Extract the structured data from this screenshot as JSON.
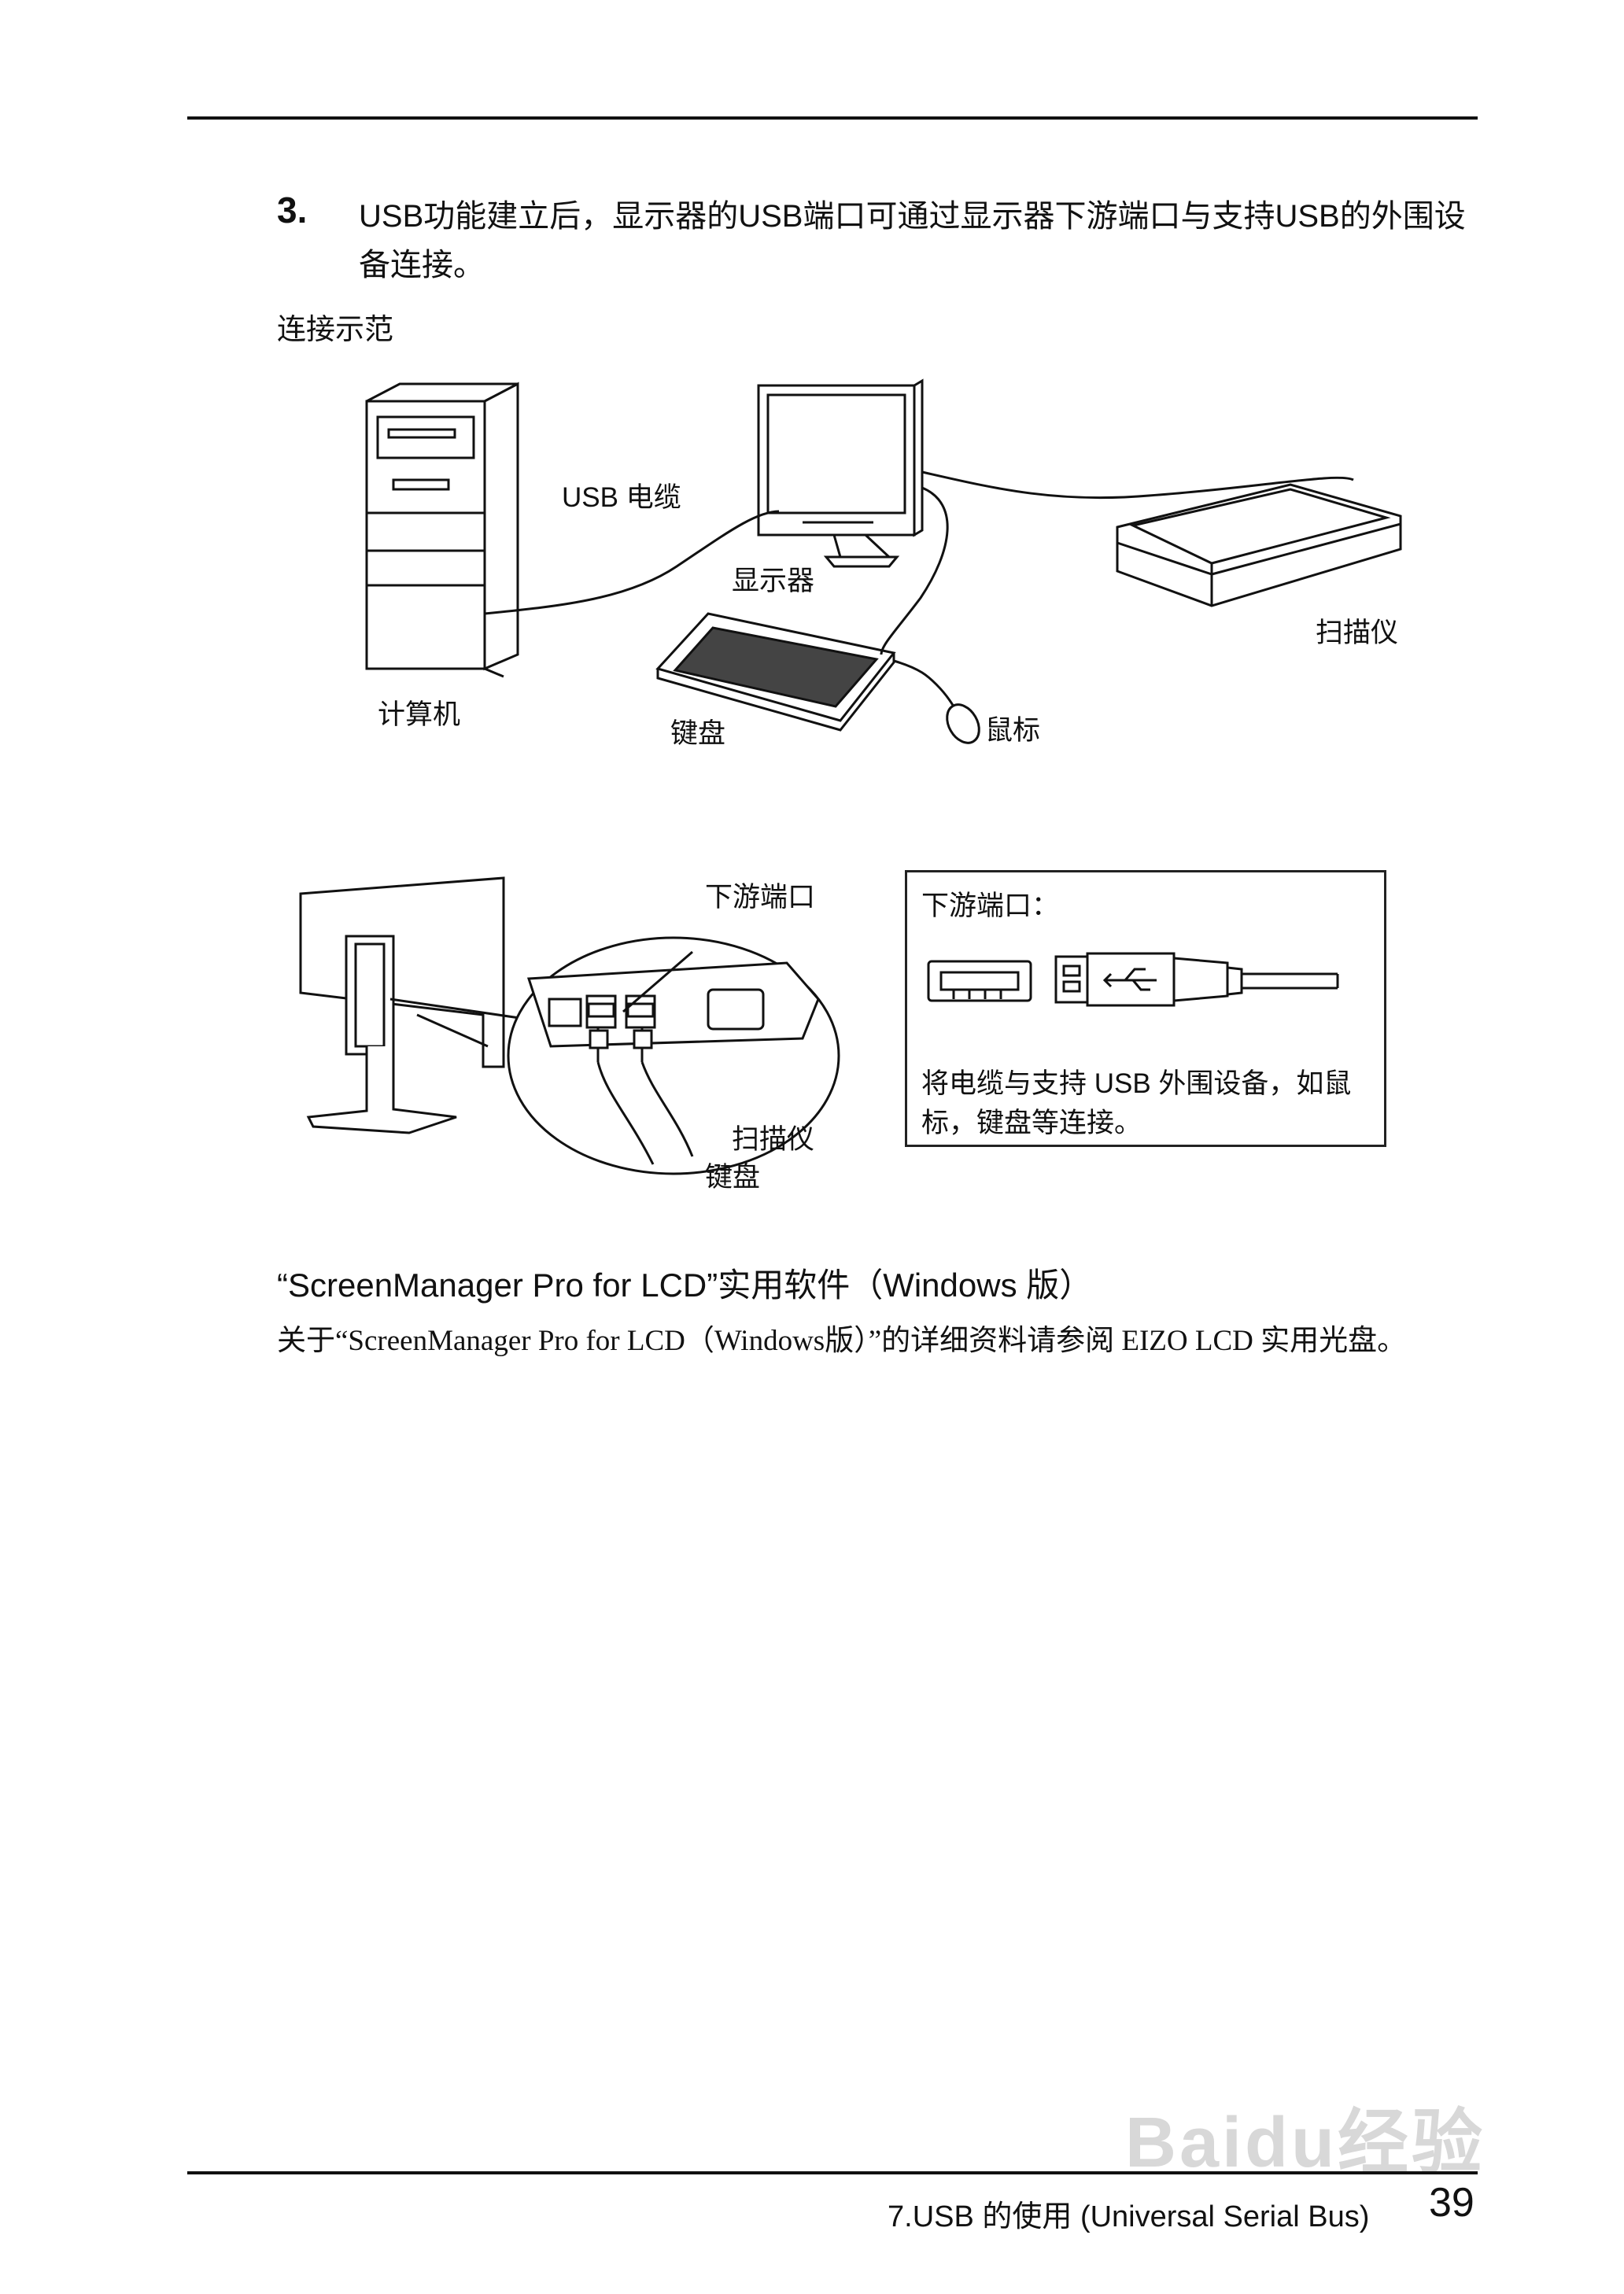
{
  "step": {
    "number": "3.",
    "text": "USB功能建立后，显示器的USB端口可通过显示器下游端口与支持USB的外围设备连接。"
  },
  "figure1": {
    "caption": "连接示范",
    "labels": {
      "usb_cable": "USB 电缆",
      "monitor": "显示器",
      "scanner": "扫描仪",
      "computer": "计算机",
      "keyboard": "键盘",
      "mouse": "鼠标"
    }
  },
  "figure2": {
    "labels": {
      "downstream_port": "下游端口",
      "scanner": "扫描仪",
      "keyboard": "键盘"
    },
    "infobox": {
      "title": "下游端口：",
      "note": "将电缆与支持 USB 外围设备，如鼠标，键盘等连接。"
    }
  },
  "section": {
    "title": "“ScreenManager Pro for LCD”实用软件（Windows 版）",
    "body": "关于“ScreenManager Pro for LCD（Windows版）”的详细资料请参阅 EIZO LCD 实用光盘。"
  },
  "footer": {
    "chapter": "7.USB 的使用 (Universal Serial Bus)",
    "page": "39"
  },
  "watermark": {
    "text": "Baidu经验"
  }
}
